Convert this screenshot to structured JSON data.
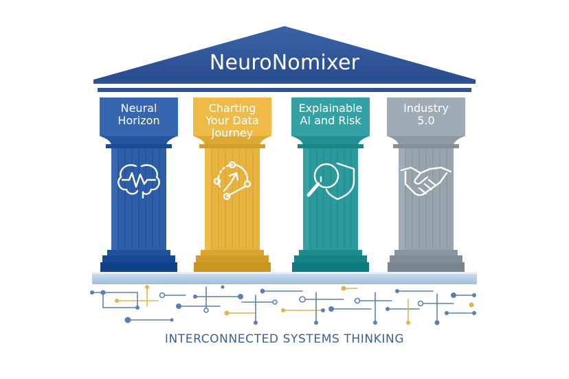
{
  "title": "NeuroNomixer",
  "pillars": [
    {
      "line1": "Neural",
      "line2": "Horizon",
      "line3": "",
      "color": "#2f5ea8",
      "icon": "brain-icon"
    },
    {
      "line1": "Charting",
      "line2": "Your Data",
      "line3": "Journey",
      "color": "#e8b23f",
      "icon": "data-journey-icon"
    },
    {
      "line1": "Explainable",
      "line2": "AI and Risk",
      "line3": "",
      "color": "#2c9a9c",
      "icon": "magnifier-shield-icon"
    },
    {
      "line1": "Industry",
      "line2": "5.0",
      "line3": "",
      "color": "#97a3ad",
      "icon": "handshake-icon"
    }
  ],
  "footer": "INTERCONNECTED SYSTEMS THINKING",
  "colors": {
    "roof": "#2d5294",
    "base": "#5d8fcc",
    "network_blue": "#5b7fb4",
    "network_gold": "#e0b44a"
  }
}
